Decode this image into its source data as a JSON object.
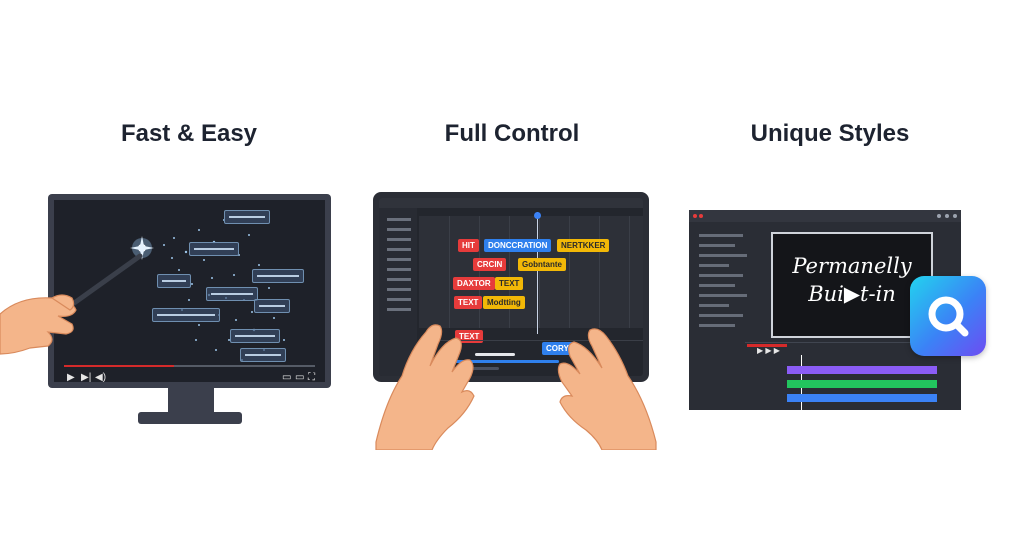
{
  "panels": [
    {
      "title": "Fast & Easy",
      "player": {
        "progress": 0.44
      }
    },
    {
      "title": "Full Control",
      "tags": [
        {
          "text": "HIT",
          "color": "red"
        },
        {
          "text": "DONCCRATION",
          "color": "blue"
        },
        {
          "text": "NERTKKER",
          "color": "yellow"
        },
        {
          "text": "CRCIN",
          "color": "red"
        },
        {
          "text": "Gobntante",
          "color": "yellow"
        },
        {
          "text": "DAXTOR",
          "color": "red"
        },
        {
          "text": "TEXT",
          "color": "yellow"
        },
        {
          "text": "TEXT",
          "color": "red"
        },
        {
          "text": "Modtting",
          "color": "yellow"
        },
        {
          "text": "TEXT",
          "color": "red"
        },
        {
          "text": "CORY",
          "color": "blue"
        }
      ]
    },
    {
      "title": "Unique Styles",
      "preview_line1": "Permanelly",
      "preview_line2": "Bui▶t-in"
    }
  ],
  "colors": {
    "red": "#e63b3b",
    "blue": "#2f80ed",
    "yellow": "#f2b807",
    "progress": "#d52a2a",
    "badge_start": "#22d3ee",
    "badge_end": "#6d4cf2"
  },
  "icons": [
    "magic-wand-icon",
    "play-icon",
    "next-icon",
    "volume-icon",
    "subtitles-icon",
    "fullscreen-icon",
    "search-icon"
  ]
}
